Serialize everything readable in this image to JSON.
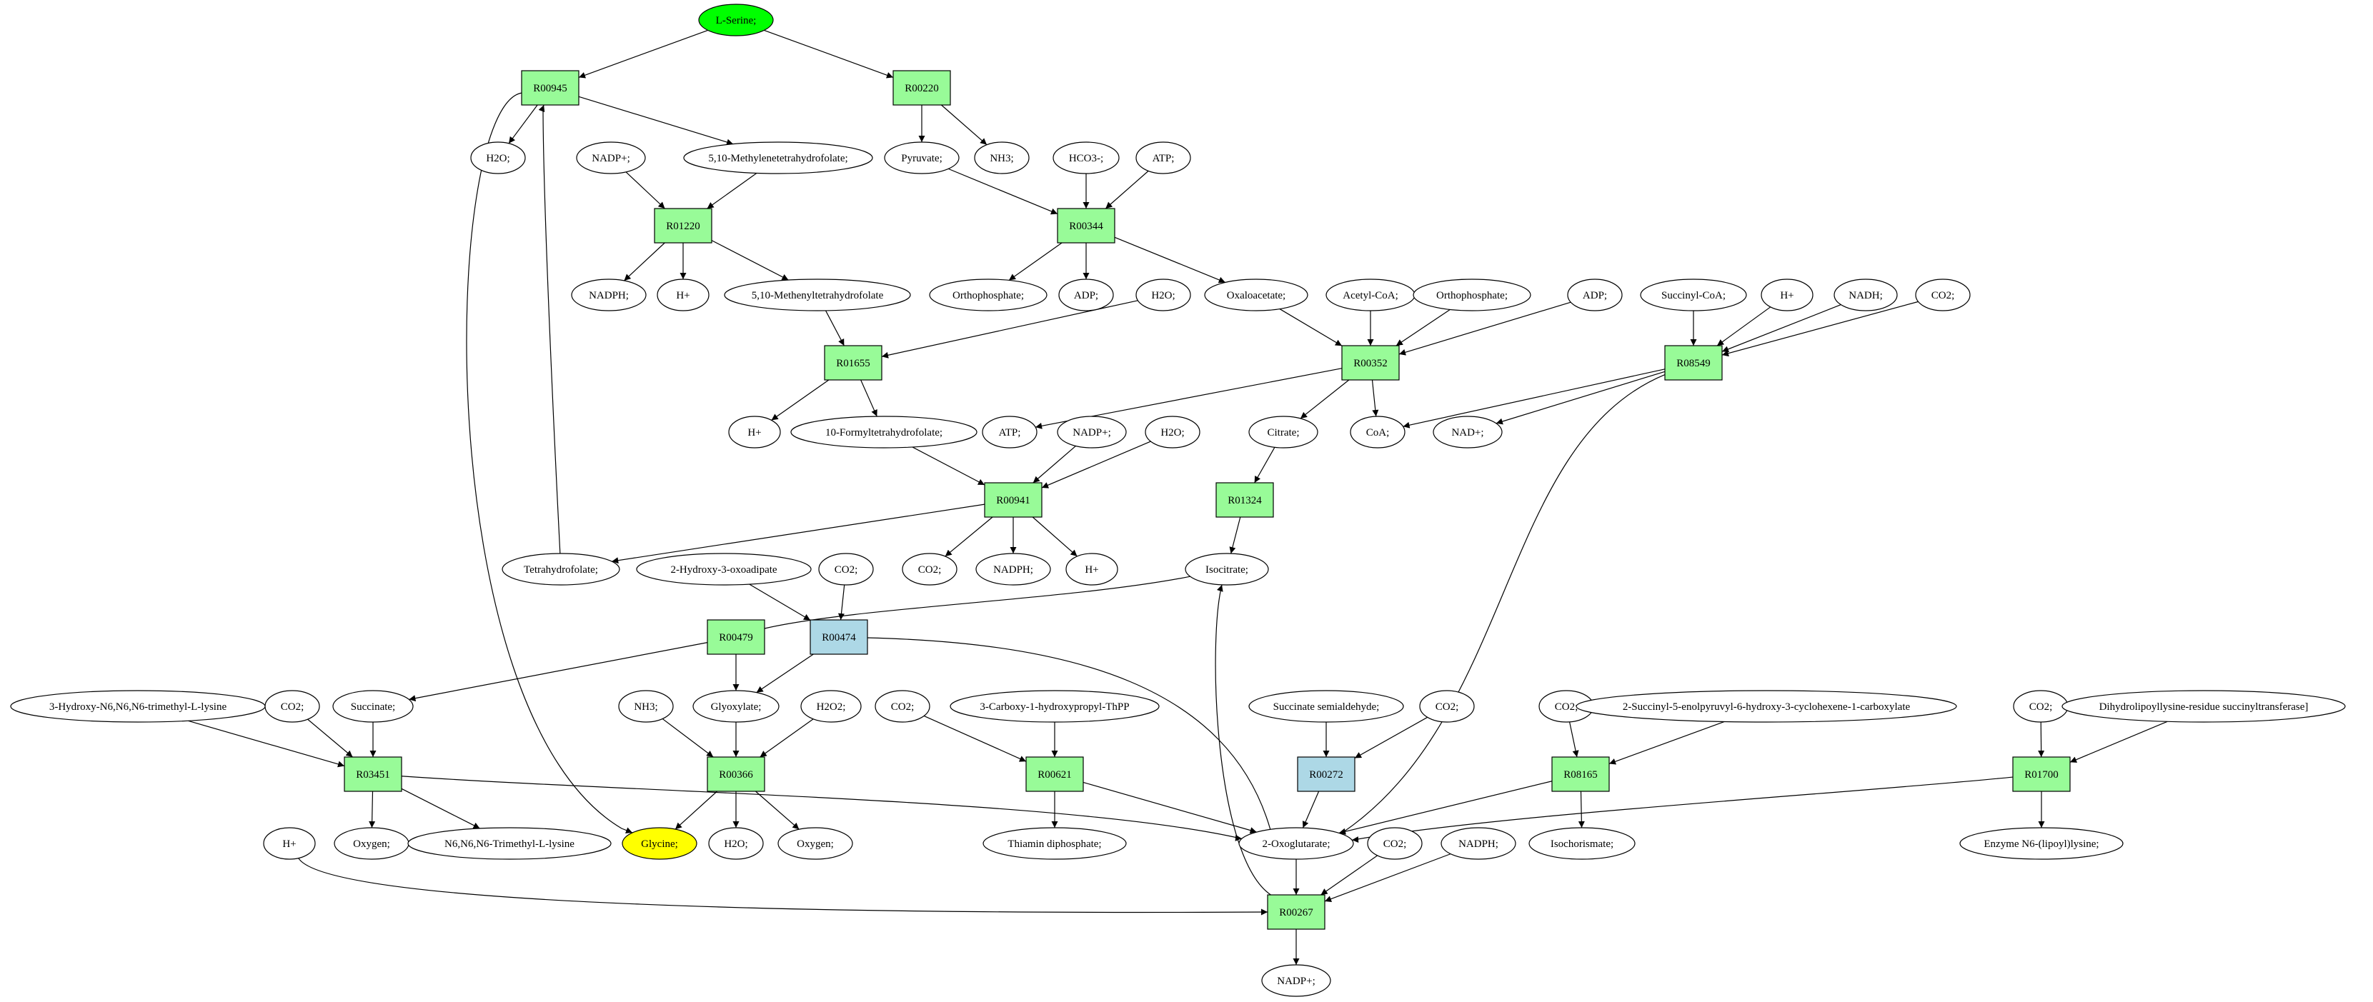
{
  "colors": {
    "reaction": "#98fb98",
    "reaction_alt": "#add8e6",
    "start": "#00ff00",
    "target": "#ffff00",
    "compound": "#ffffff",
    "stroke": "#000000"
  },
  "reactions": [
    {
      "id": "R00945",
      "label": "R00945",
      "style": "reaction"
    },
    {
      "id": "R00220",
      "label": "R00220",
      "style": "reaction"
    },
    {
      "id": "R01220",
      "label": "R01220",
      "style": "reaction"
    },
    {
      "id": "R00344",
      "label": "R00344",
      "style": "reaction"
    },
    {
      "id": "R01655",
      "label": "R01655",
      "style": "reaction"
    },
    {
      "id": "R00352",
      "label": "R00352",
      "style": "reaction"
    },
    {
      "id": "R08549",
      "label": "R08549",
      "style": "reaction"
    },
    {
      "id": "R00941",
      "label": "R00941",
      "style": "reaction"
    },
    {
      "id": "R01324",
      "label": "R01324",
      "style": "reaction"
    },
    {
      "id": "R00479",
      "label": "R00479",
      "style": "reaction"
    },
    {
      "id": "R00474",
      "label": "R00474",
      "style": "reaction_alt"
    },
    {
      "id": "R03451",
      "label": "R03451",
      "style": "reaction"
    },
    {
      "id": "R00366",
      "label": "R00366",
      "style": "reaction"
    },
    {
      "id": "R00621",
      "label": "R00621",
      "style": "reaction"
    },
    {
      "id": "R00272",
      "label": "R00272",
      "style": "reaction_alt"
    },
    {
      "id": "R08165",
      "label": "R08165",
      "style": "reaction"
    },
    {
      "id": "R01700",
      "label": "R01700",
      "style": "reaction"
    },
    {
      "id": "R00267",
      "label": "R00267",
      "style": "reaction"
    }
  ],
  "compounds": [
    {
      "id": "serine",
      "label": "L-Serine;",
      "style": "start"
    },
    {
      "id": "h2o_1",
      "label": "H2O;"
    },
    {
      "id": "methylenethf",
      "label": "5,10-Methylenetetrahydrofolate;"
    },
    {
      "id": "pyruvate",
      "label": "Pyruvate;"
    },
    {
      "id": "nh3_1",
      "label": "NH3;"
    },
    {
      "id": "nadp_1",
      "label": "NADP+;"
    },
    {
      "id": "hco3",
      "label": "HCO3-;"
    },
    {
      "id": "atp_1",
      "label": "ATP;"
    },
    {
      "id": "nadph_1",
      "label": "NADPH;"
    },
    {
      "id": "h_1",
      "label": "H+"
    },
    {
      "id": "methenylthf",
      "label": "5,10-Methenyltetrahydrofolate"
    },
    {
      "id": "orthophosphate_1",
      "label": "Orthophosphate;"
    },
    {
      "id": "adp_1",
      "label": "ADP;"
    },
    {
      "id": "h2o_2",
      "label": "H2O;"
    },
    {
      "id": "oxaloacetate",
      "label": "Oxaloacetate;"
    },
    {
      "id": "acetylcoa",
      "label": "Acetyl-CoA;"
    },
    {
      "id": "orthophosphate_2",
      "label": "Orthophosphate;"
    },
    {
      "id": "adp_2",
      "label": "ADP;"
    },
    {
      "id": "succinylcoa",
      "label": "Succinyl-CoA;"
    },
    {
      "id": "h_2",
      "label": "H+"
    },
    {
      "id": "nadh",
      "label": "NADH;"
    },
    {
      "id": "co2_1",
      "label": "CO2;"
    },
    {
      "id": "h_3",
      "label": "H+"
    },
    {
      "id": "formylthf",
      "label": "10-Formyltetrahydrofolate;"
    },
    {
      "id": "atp_2",
      "label": "ATP;"
    },
    {
      "id": "nadp_2",
      "label": "NADP+;"
    },
    {
      "id": "h2o_3",
      "label": "H2O;"
    },
    {
      "id": "citrate",
      "label": "Citrate;"
    },
    {
      "id": "coa",
      "label": "CoA;"
    },
    {
      "id": "nad",
      "label": "NAD+;"
    },
    {
      "id": "thf",
      "label": "Tetrahydrofolate;"
    },
    {
      "id": "hydroxyoxoadipate",
      "label": "2-Hydroxy-3-oxoadipate"
    },
    {
      "id": "co2_2",
      "label": "CO2;"
    },
    {
      "id": "co2_3",
      "label": "CO2;"
    },
    {
      "id": "nadph_2",
      "label": "NADPH;"
    },
    {
      "id": "h_4",
      "label": "H+"
    },
    {
      "id": "isocitrate",
      "label": "Isocitrate;"
    },
    {
      "id": "hydroxytml",
      "label": "3-Hydroxy-N6,N6,N6-trimethyl-L-lysine"
    },
    {
      "id": "co2_4",
      "label": "CO2;"
    },
    {
      "id": "succinate",
      "label": "Succinate;"
    },
    {
      "id": "nh3_2",
      "label": "NH3;"
    },
    {
      "id": "glyoxylate",
      "label": "Glyoxylate;"
    },
    {
      "id": "h2o2",
      "label": "H2O2;"
    },
    {
      "id": "co2_5",
      "label": "CO2;"
    },
    {
      "id": "carboxyhydroxypropyl",
      "label": "3-Carboxy-1-hydroxypropyl-ThPP"
    },
    {
      "id": "succsemialdehyde",
      "label": "Succinate semialdehyde;"
    },
    {
      "id": "co2_6",
      "label": "CO2;"
    },
    {
      "id": "co2_7",
      "label": "CO2;"
    },
    {
      "id": "sephchc",
      "label": "2-Succinyl-5-enolpyruvyl-6-hydroxy-3-cyclohexene-1-carboxylate"
    },
    {
      "id": "co2_8",
      "label": "CO2;"
    },
    {
      "id": "dihydrolipoyl",
      "label": "Dihydrolipoyllysine-residue succinyltransferase]"
    },
    {
      "id": "h_5",
      "label": "H+"
    },
    {
      "id": "oxygen_1",
      "label": "Oxygen;"
    },
    {
      "id": "tml",
      "label": "N6,N6,N6-Trimethyl-L-lysine"
    },
    {
      "id": "glycine",
      "label": "Glycine;",
      "style": "target"
    },
    {
      "id": "h2o_4",
      "label": "H2O;"
    },
    {
      "id": "oxygen_2",
      "label": "Oxygen;"
    },
    {
      "id": "thiamin",
      "label": "Thiamin diphosphate;"
    },
    {
      "id": "oxoglutarate",
      "label": "2-Oxoglutarate;"
    },
    {
      "id": "co2_9",
      "label": "CO2;"
    },
    {
      "id": "nadph_3",
      "label": "NADPH;"
    },
    {
      "id": "isochorismate",
      "label": "Isochorismate;"
    },
    {
      "id": "lipoyllysine",
      "label": "Enzyme N6-(lipoyl)lysine;"
    },
    {
      "id": "nadp_3",
      "label": "NADP+;"
    }
  ],
  "edges": [
    [
      "serine",
      "R00945"
    ],
    [
      "serine",
      "R00220"
    ],
    [
      "R00945",
      "h2o_1"
    ],
    [
      "R00945",
      "methylenethf"
    ],
    [
      "R00945",
      "glycine"
    ],
    [
      "R00220",
      "pyruvate"
    ],
    [
      "R00220",
      "nh3_1"
    ],
    [
      "nadp_1",
      "R01220"
    ],
    [
      "methylenethf",
      "R01220"
    ],
    [
      "pyruvate",
      "R00344"
    ],
    [
      "hco3",
      "R00344"
    ],
    [
      "atp_1",
      "R00344"
    ],
    [
      "R01220",
      "nadph_1"
    ],
    [
      "R01220",
      "h_1"
    ],
    [
      "R01220",
      "methenylthf"
    ],
    [
      "R00344",
      "orthophosphate_1"
    ],
    [
      "R00344",
      "adp_1"
    ],
    [
      "R00344",
      "oxaloacetate"
    ],
    [
      "methenylthf",
      "R01655"
    ],
    [
      "h2o_2",
      "R01655"
    ],
    [
      "oxaloacetate",
      "R00352"
    ],
    [
      "acetylcoa",
      "R00352"
    ],
    [
      "orthophosphate_2",
      "R00352"
    ],
    [
      "adp_2",
      "R00352"
    ],
    [
      "succinylcoa",
      "R08549"
    ],
    [
      "h_2",
      "R08549"
    ],
    [
      "nadh",
      "R08549"
    ],
    [
      "co2_1",
      "R08549"
    ],
    [
      "R01655",
      "h_3"
    ],
    [
      "R01655",
      "formylthf"
    ],
    [
      "R00352",
      "atp_2"
    ],
    [
      "R00352",
      "citrate"
    ],
    [
      "R00352",
      "coa"
    ],
    [
      "R08549",
      "coa"
    ],
    [
      "R08549",
      "nad"
    ],
    [
      "R08549",
      "oxoglutarate"
    ],
    [
      "formylthf",
      "R00941"
    ],
    [
      "nadp_2",
      "R00941"
    ],
    [
      "h2o_3",
      "R00941"
    ],
    [
      "citrate",
      "R01324"
    ],
    [
      "R00941",
      "thf"
    ],
    [
      "R00941",
      "co2_3"
    ],
    [
      "R00941",
      "nadph_2"
    ],
    [
      "R00941",
      "h_4"
    ],
    [
      "thf",
      "R00945"
    ],
    [
      "R01324",
      "isocitrate"
    ],
    [
      "hydroxyoxoadipate",
      "R00474"
    ],
    [
      "co2_2",
      "R00474"
    ],
    [
      "isocitrate",
      "R00479"
    ],
    [
      "R00479",
      "succinate"
    ],
    [
      "R00479",
      "glyoxylate"
    ],
    [
      "R00474",
      "glyoxylate"
    ],
    [
      "R00474",
      "oxoglutarate"
    ],
    [
      "hydroxytml",
      "R03451"
    ],
    [
      "co2_4",
      "R03451"
    ],
    [
      "succinate",
      "R03451"
    ],
    [
      "nh3_2",
      "R00366"
    ],
    [
      "glyoxylate",
      "R00366"
    ],
    [
      "h2o2",
      "R00366"
    ],
    [
      "co2_5",
      "R00621"
    ],
    [
      "carboxyhydroxypropyl",
      "R00621"
    ],
    [
      "succsemialdehyde",
      "R00272"
    ],
    [
      "co2_6",
      "R00272"
    ],
    [
      "co2_7",
      "R08165"
    ],
    [
      "sephchc",
      "R08165"
    ],
    [
      "co2_8",
      "R01700"
    ],
    [
      "dihydrolipoyl",
      "R01700"
    ],
    [
      "R03451",
      "oxygen_1"
    ],
    [
      "R03451",
      "tml"
    ],
    [
      "R03451",
      "oxoglutarate"
    ],
    [
      "R00366",
      "glycine"
    ],
    [
      "R00366",
      "h2o_4"
    ],
    [
      "R00366",
      "oxygen_2"
    ],
    [
      "R00621",
      "thiamin"
    ],
    [
      "R00621",
      "oxoglutarate"
    ],
    [
      "R00272",
      "oxoglutarate"
    ],
    [
      "R08165",
      "isochorismate"
    ],
    [
      "R08165",
      "oxoglutarate"
    ],
    [
      "R01700",
      "lipoyllysine"
    ],
    [
      "R01700",
      "oxoglutarate"
    ],
    [
      "h_5",
      "R00267"
    ],
    [
      "oxoglutarate",
      "R00267"
    ],
    [
      "co2_9",
      "R00267"
    ],
    [
      "nadph_3",
      "R00267"
    ],
    [
      "R00267",
      "nadp_3"
    ],
    [
      "R00267",
      "isocitrate"
    ]
  ]
}
